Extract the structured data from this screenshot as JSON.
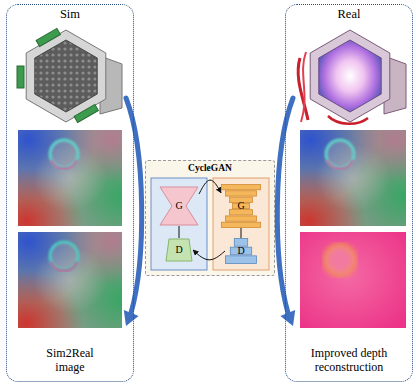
{
  "diagram": {
    "nodes": [
      {
        "text": [
          "Sim",
          "Sim2Real image"
        ]
      },
      {
        "text": [
          "CycleGAN"
        ]
      },
      {
        "text": [
          "G"
        ],
        "in": 1
      },
      {
        "text": [
          "D"
        ],
        "in": 1
      },
      {
        "text": [
          "G"
        ],
        "in": 1
      },
      {
        "text": [
          "D"
        ],
        "in": 1
      },
      {
        "text": [
          "Real",
          "Improved depth reconstruction"
        ]
      }
    ],
    "edges": [
      {
        "from": 2,
        "to": 4,
        "arrow": "to"
      },
      {
        "from": 5,
        "to": 3,
        "arrow": "to"
      },
      {
        "from": 2,
        "to": 3,
        "arrow": "none"
      },
      {
        "from": 4,
        "to": 5,
        "arrow": "none"
      }
    ]
  }
}
